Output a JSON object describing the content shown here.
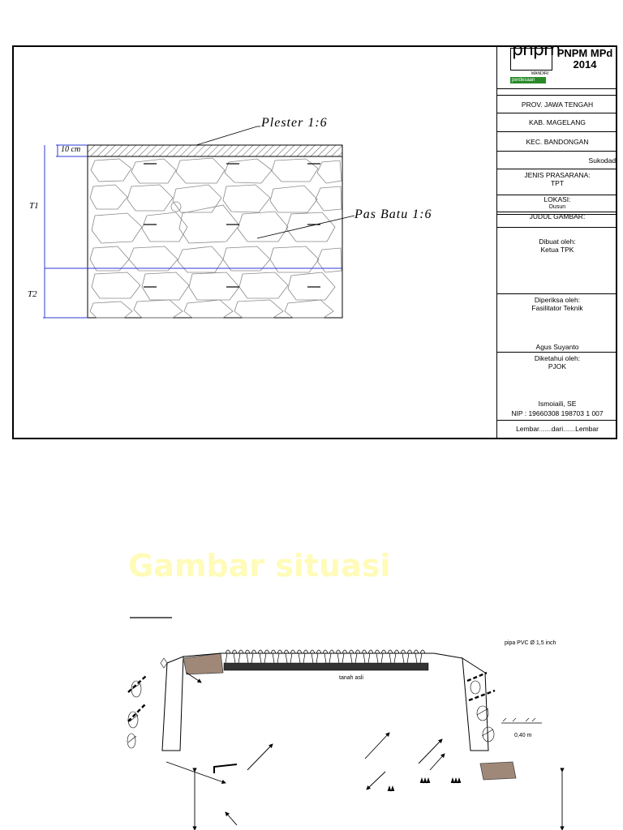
{
  "drawing": {
    "plester_label": "Plester 1:6",
    "pas_batu_label": "Pas Batu 1:6",
    "thickness_label": "10 cm",
    "t1_label": "T1",
    "t2_label": "T2"
  },
  "titleblock": {
    "brand": "PNPM MPd",
    "year": "2014",
    "logo_text": "pnpm",
    "logo_sub1": "MANDIRI",
    "logo_sub2": "perdesaan",
    "prov": "PROV. JAWA TENGAH",
    "kab": "KAB. MAGELANG",
    "kec": "KEC. BANDONGAN",
    "desa": "Sukodadi",
    "jenis_label": "JENIS PRASARANA:",
    "jenis_value": "TPT",
    "lokasi_label": "LOKASI:",
    "lokasi_value": "Dusun",
    "judul_label": "JUDUL GAMBAR:",
    "dibuat_label": "Dibuat oleh:",
    "dibuat_value": "Ketua TPK",
    "diperiksa_label": "Diperiksa oleh:",
    "diperiksa_value": "Fasilitator Teknik",
    "diperiksa_name": "Agus Suyanto",
    "diketahui_label": "Diketahui oleh:",
    "diketahui_value": "PJOK",
    "diketahui_name": "Ismoiaili, SE",
    "diketahui_nip": "NIP : 19660308 198703 1 007",
    "lembar_a": "Lembar",
    "lembar_dots1": ".........",
    "lembar_dari": "dari",
    "lembar_dots2": ".........",
    "lembar_b": "Lembar"
  },
  "situasi": {
    "title": "Gambar situasi",
    "pipe_label": "pipa PVC Ø 1,5 inch",
    "tanah_label": "tanah  asli",
    "depth_label": "0,40 m"
  }
}
